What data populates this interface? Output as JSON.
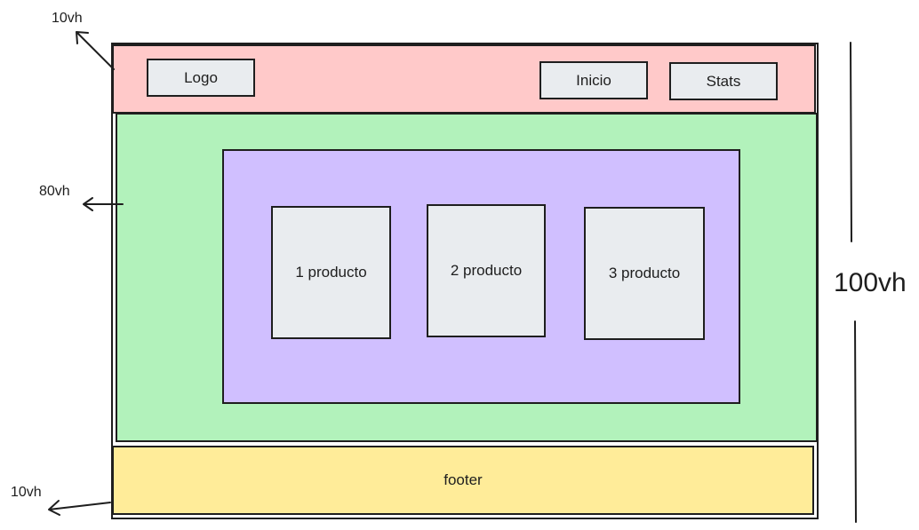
{
  "header": {
    "logo": "Logo",
    "nav": [
      "Inicio",
      "Stats"
    ]
  },
  "products": [
    "1 producto",
    "2 producto",
    "3 producto"
  ],
  "footer": {
    "label": "footer"
  },
  "annotations": {
    "header_height": "10vh",
    "main_height": "80vh",
    "footer_height": "10vh",
    "total_height": "100vh"
  }
}
